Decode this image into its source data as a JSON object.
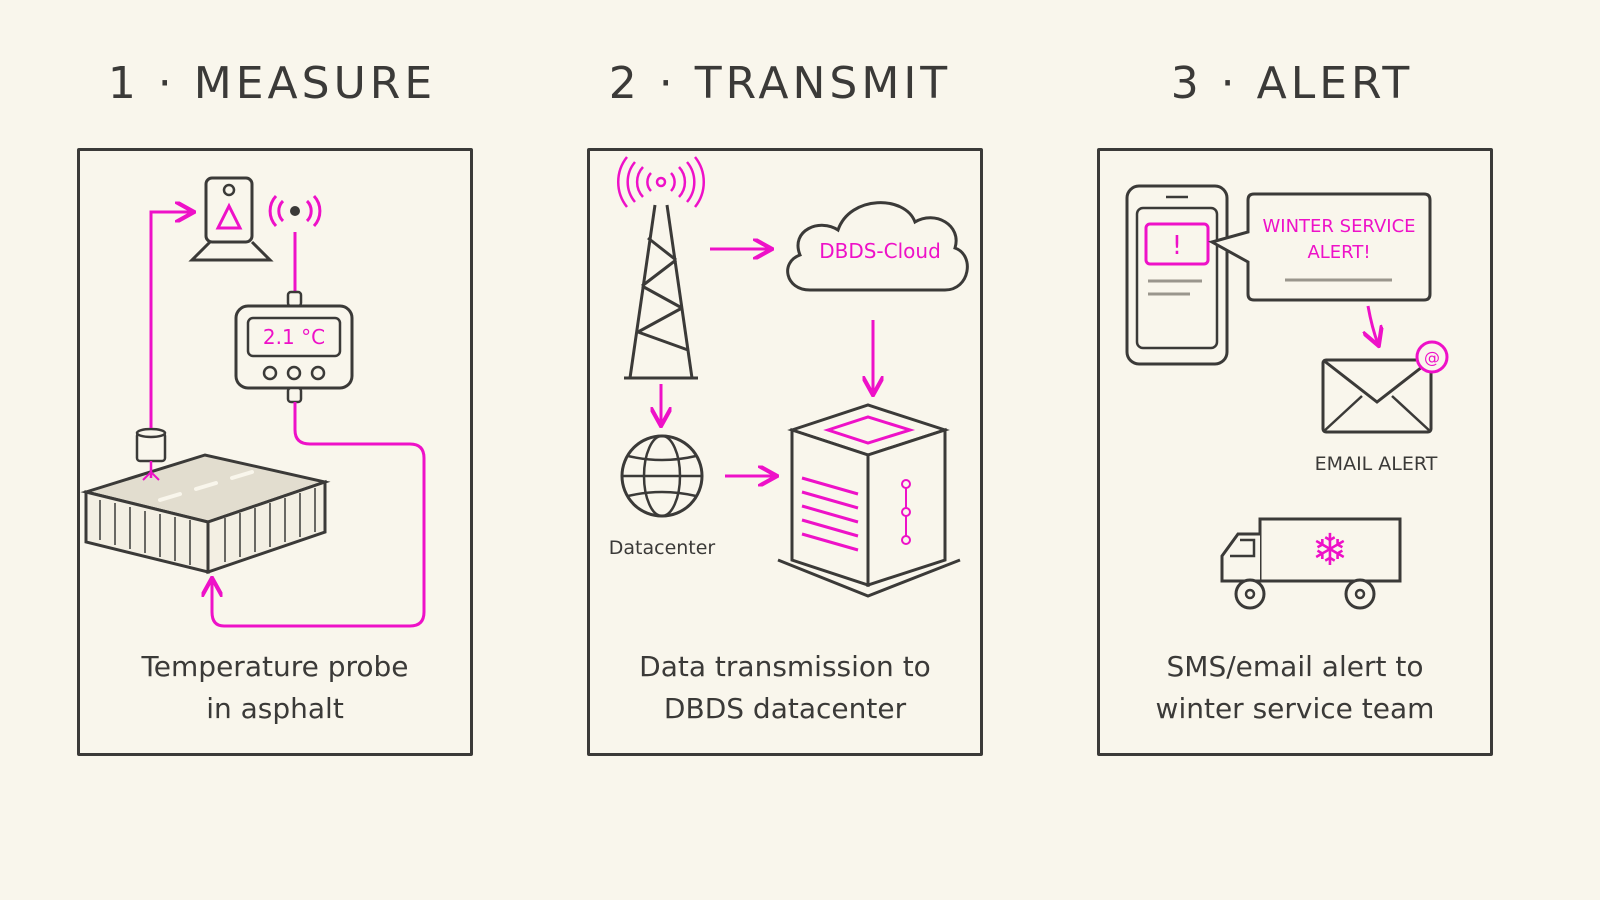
{
  "steps": [
    {
      "title": "1 · MEASURE",
      "caption_line1": "Temperature probe",
      "caption_line2": "in asphalt",
      "sensor_reading": "2.1 °C"
    },
    {
      "title": "2 · TRANSMIT",
      "caption_line1": "Data transmission to",
      "caption_line2": "DBDS datacenter",
      "cloud_label": "DBDS-Cloud",
      "datacenter_label": "Datacenter"
    },
    {
      "title": "3 · ALERT",
      "caption_line1": "SMS/email alert to",
      "caption_line2": "winter service team",
      "alert_line1": "WINTER SERVICE",
      "alert_line2": "ALERT!",
      "phone_alert_symbol": "!",
      "email_label": "EMAIL ALERT",
      "email_badge": "@",
      "truck_symbol": "❄"
    }
  ],
  "colors": {
    "ink": "#3b3a38",
    "accent": "#ee11c8",
    "background": "#f9f6ec",
    "asphalt": "#e2ddcf"
  },
  "icons": [
    "weather-station-icon",
    "antenna-icon",
    "sensor-display-icon",
    "asphalt-block-icon",
    "probe-icon",
    "radio-tower-icon",
    "cloud-icon",
    "globe-icon",
    "server-icon",
    "smartphone-icon",
    "speech-bubble-icon",
    "envelope-icon",
    "truck-icon",
    "snowflake-icon"
  ]
}
